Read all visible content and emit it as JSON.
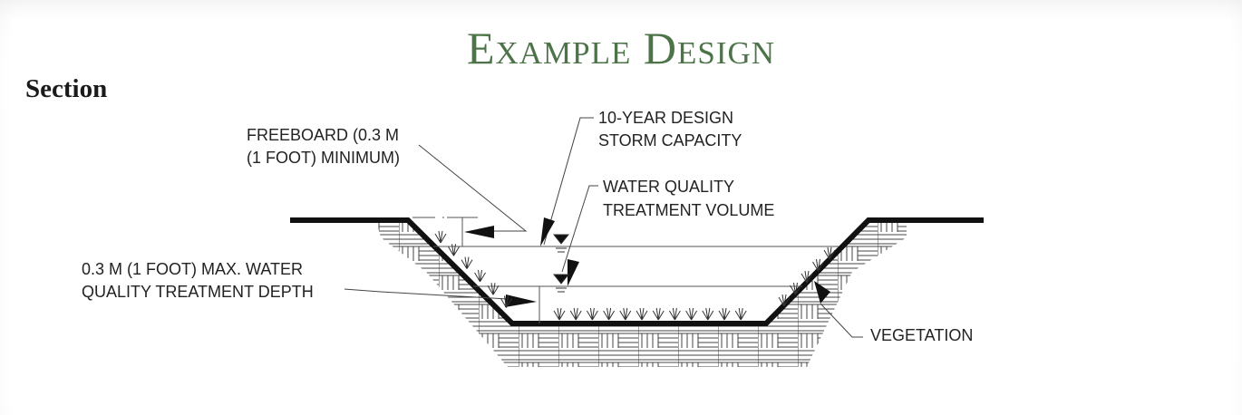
{
  "title": "Example Design",
  "subtitle": "Section",
  "labels": {
    "freeboard_1": "FREEBOARD (0.3 M",
    "freeboard_2": "(1 FOOT) MINIMUM)",
    "storm_1": "10-YEAR DESIGN",
    "storm_2": "STORM CAPACITY",
    "wq_1": "WATER QUALITY",
    "wq_2": "TREATMENT VOLUME",
    "depth_1": "0.3 M (1 FOOT) MAX. WATER",
    "depth_2": "QUALITY TREATMENT DEPTH",
    "vegetation": "VEGETATION"
  },
  "colors": {
    "title": "#4d7349",
    "ink": "#111111"
  }
}
